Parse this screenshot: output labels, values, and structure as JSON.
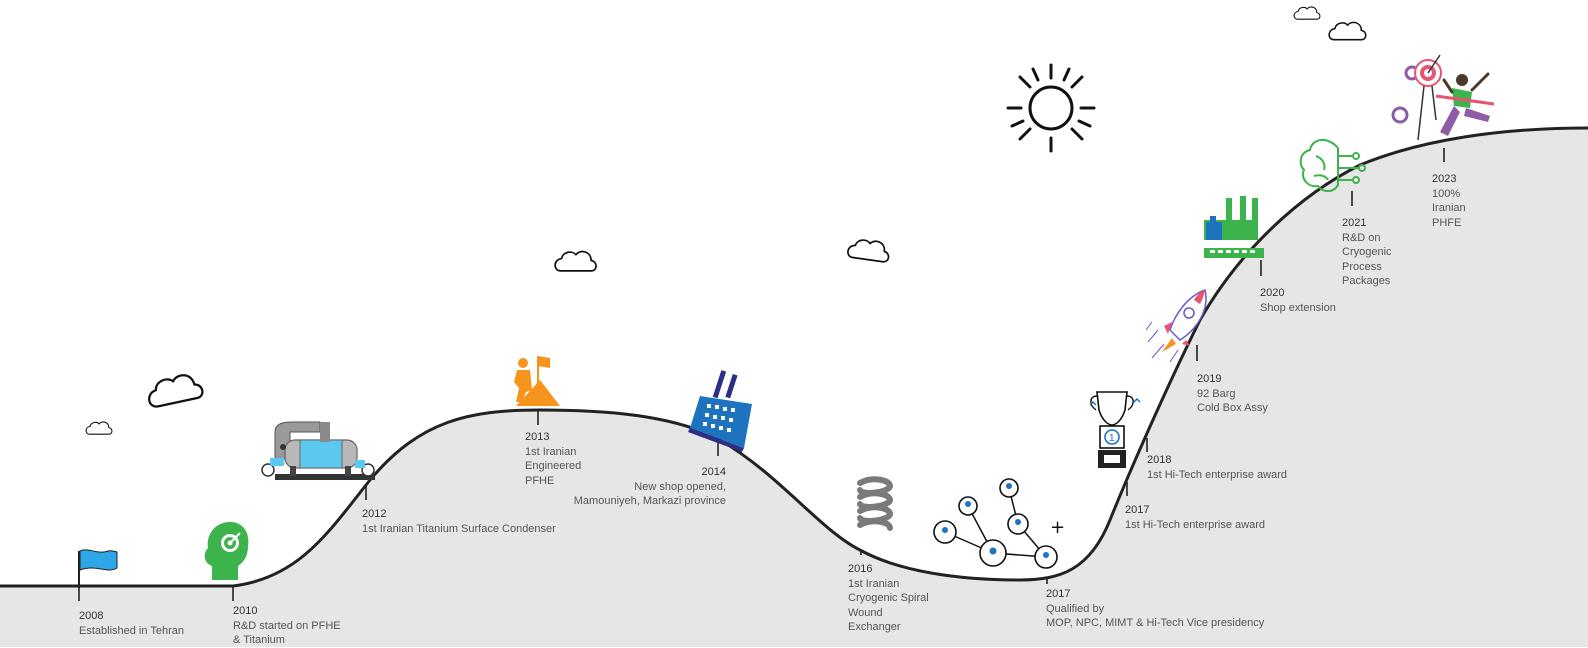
{
  "milestones": [
    {
      "year": "2008",
      "lines": [
        "Established in Tehran"
      ],
      "icon": "flag-icon",
      "color": "#2ea7e8"
    },
    {
      "year": "2010",
      "lines": [
        "R&D started on PFHE",
        "& Titanium"
      ],
      "icon": "head-target-icon",
      "color": "#3cb44b"
    },
    {
      "year": "2012",
      "lines": [
        "1st Iranian Titanium Surface Condenser"
      ],
      "icon": "condenser-icon",
      "color": "#8c8c8c"
    },
    {
      "year": "2013",
      "lines": [
        "1st Iranian",
        "Engineered",
        "PFHE"
      ],
      "icon": "climber-flag-icon",
      "color": "#f7941d"
    },
    {
      "year": "2014",
      "lines": [
        "New shop opened,",
        "Mamouniyeh, Markazi province"
      ],
      "icon": "factory-icon",
      "color": "#1e73be"
    },
    {
      "year": "2016",
      "lines": [
        "1st Iranian",
        "Cryogenic Spiral",
        "Wound",
        "Exchanger"
      ],
      "icon": "spiral-coil-icon",
      "color": "#7a7a7a"
    },
    {
      "year": "2017",
      "lines": [
        "Qualified by",
        "MOP, NPC, MIMT & Hi-Tech Vice presidency"
      ],
      "icon": "network-icon",
      "color": "#1e73be"
    },
    {
      "year": "2017",
      "lines": [
        "1st Hi-Tech enterprise award"
      ],
      "icon": "trophy-icon",
      "color": "#1e73be"
    },
    {
      "year": "2018",
      "lines": [
        "1st Hi-Tech enterprise award"
      ],
      "icon": "trophy-icon",
      "color": "#1e73be"
    },
    {
      "year": "2019",
      "lines": [
        "92 Barg",
        "Cold Box Assy"
      ],
      "icon": "rocket-icon",
      "color": "#e8536f"
    },
    {
      "year": "2020",
      "lines": [
        "Shop extension"
      ],
      "icon": "plant-icon",
      "color": "#3cb44b"
    },
    {
      "year": "2021",
      "lines": [
        "R&D on",
        "Cryogenic",
        "Process",
        "Packages"
      ],
      "icon": "brain-circuit-icon",
      "color": "#3cb44b"
    },
    {
      "year": "2023",
      "lines": [
        "100%",
        "Iranian",
        "PHFE"
      ],
      "icon": "winner-target-icon",
      "color": "#8e5ba6"
    }
  ],
  "decor": {
    "sun": "sun-icon",
    "cloud": "cloud-icon",
    "hill_fill": "#e6e6e6",
    "curve_color": "#222222"
  }
}
